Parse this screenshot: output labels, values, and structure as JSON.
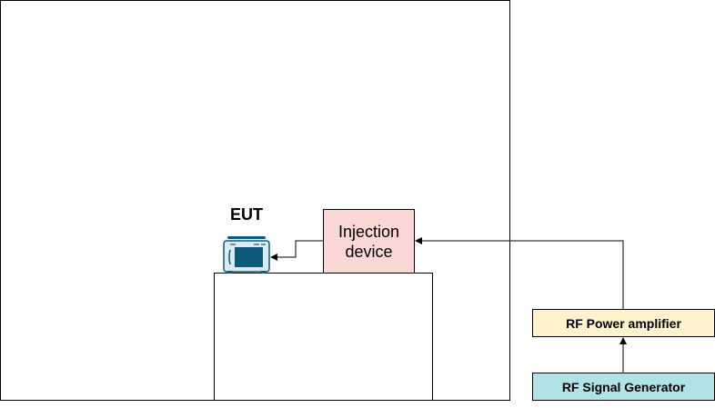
{
  "diagram": {
    "eut": {
      "label": "EUT",
      "icon": "device-icon"
    },
    "injection_device": {
      "label": "Injection\ndevice"
    },
    "rf_power_amplifier": {
      "label": "RF Power amplifier"
    },
    "rf_signal_generator": {
      "label": "RF Signal Generator"
    }
  },
  "colors": {
    "injection_fill": "#f8d7d4",
    "amplifier_fill": "#fff2cc",
    "generator_fill": "#b0e3e6",
    "eut_icon": "#0e5a7a",
    "eut_icon_frame": "#dceaf2"
  }
}
